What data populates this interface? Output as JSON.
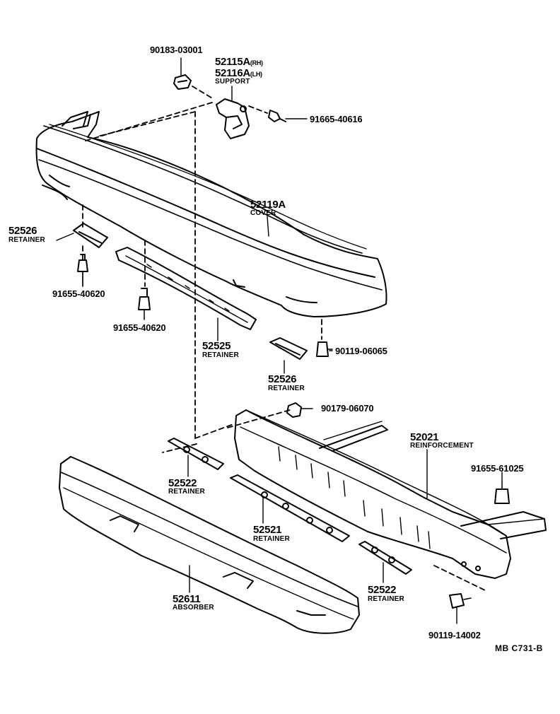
{
  "diagram_ref": "MB  C731-B",
  "parts": {
    "clip_support": {
      "number": "90183-03001"
    },
    "support": {
      "number_rh": "52115A",
      "rh_tag": "(RH)",
      "number_lh": "52116A",
      "lh_tag": "(LH)",
      "name": "SUPPORT"
    },
    "bolt_support": {
      "number": "91665-40616"
    },
    "cover": {
      "number": "52119A",
      "name": "COVER"
    },
    "retainer_left": {
      "number": "52526",
      "name": "RETAINER"
    },
    "bolt_left_outer": {
      "number": "91655-40620"
    },
    "bolt_left_inner": {
      "number": "91655-40620"
    },
    "retainer_center": {
      "number": "52525",
      "name": "RETAINER"
    },
    "bolt_right": {
      "number": "90119-06065"
    },
    "retainer_right": {
      "number": "52526",
      "name": "RETAINER"
    },
    "nut": {
      "number": "90179-06070"
    },
    "reinforcement": {
      "number": "52021",
      "name": "REINFORCEMENT"
    },
    "bolt_reinf": {
      "number": "91655-61025"
    },
    "retainer_abs_left": {
      "number": "52522",
      "name": "RETAINER"
    },
    "retainer_abs_center": {
      "number": "52521",
      "name": "RETAINER"
    },
    "retainer_abs_right": {
      "number": "52522",
      "name": "RETAINER"
    },
    "absorber": {
      "number": "52611",
      "name": "ABSORBER"
    },
    "bolt_bottom": {
      "number": "90119-14002"
    }
  }
}
